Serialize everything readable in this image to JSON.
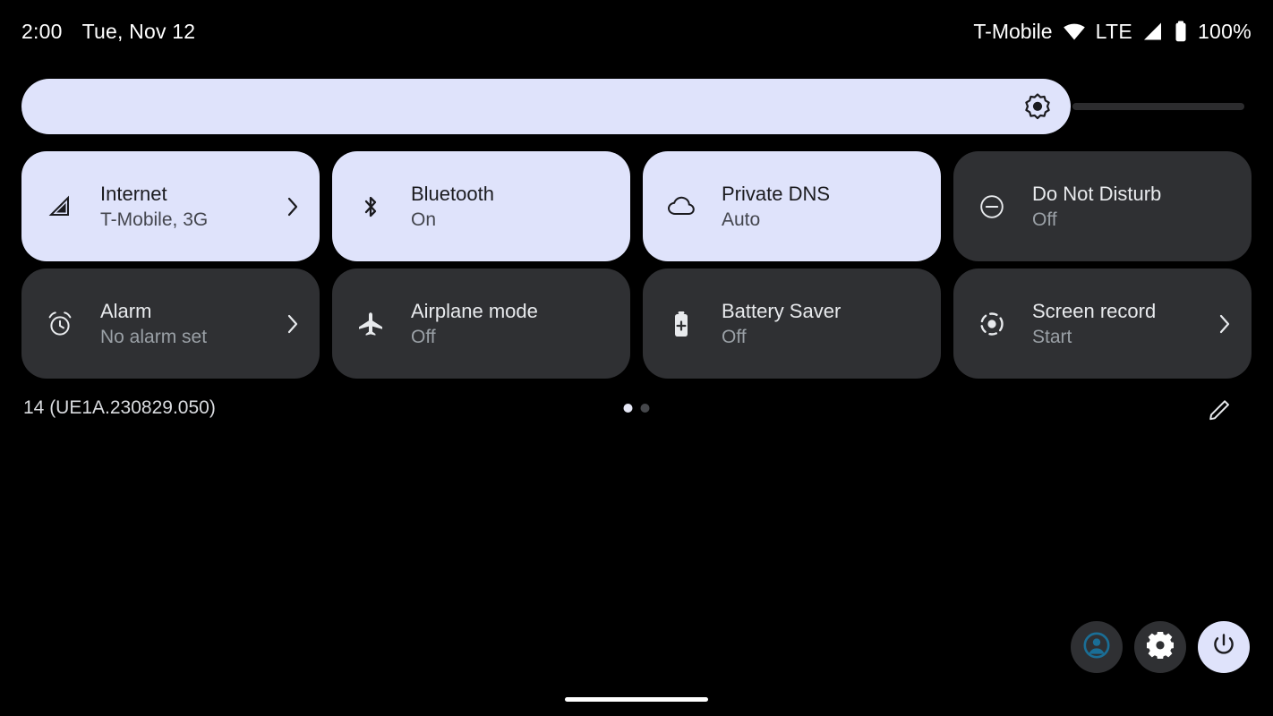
{
  "status_bar": {
    "clock": "2:00",
    "date": "Tue, Nov 12",
    "carrier": "T-Mobile",
    "network_type": "LTE",
    "battery_percent": "100%",
    "icons": [
      "wifi-icon",
      "signal-bars-icon",
      "battery-icon"
    ]
  },
  "brightness": {
    "name": "brightness-slider",
    "icon": "brightness-icon",
    "value_percent": 85
  },
  "tiles": [
    {
      "name": "internet",
      "title": "Internet",
      "subtitle": "T-Mobile, 3G",
      "state": "active",
      "icon": "signal-bars-icon",
      "chevron": true
    },
    {
      "name": "bluetooth",
      "title": "Bluetooth",
      "subtitle": "On",
      "state": "active",
      "icon": "bluetooth-icon",
      "chevron": false
    },
    {
      "name": "private-dns",
      "title": "Private DNS",
      "subtitle": "Auto",
      "state": "active",
      "icon": "cloud-icon",
      "chevron": false
    },
    {
      "name": "do-not-disturb",
      "title": "Do Not Disturb",
      "subtitle": "Off",
      "state": "inactive",
      "icon": "minus-circle-icon",
      "chevron": false
    },
    {
      "name": "alarm",
      "title": "Alarm",
      "subtitle": "No alarm set",
      "state": "inactive",
      "icon": "alarm-clock-icon",
      "chevron": true
    },
    {
      "name": "airplane-mode",
      "title": "Airplane mode",
      "subtitle": "Off",
      "state": "inactive",
      "icon": "airplane-icon",
      "chevron": false
    },
    {
      "name": "battery-saver",
      "title": "Battery Saver",
      "subtitle": "Off",
      "state": "inactive",
      "icon": "battery-plus-icon",
      "chevron": false
    },
    {
      "name": "screen-record",
      "title": "Screen record",
      "subtitle": "Start",
      "state": "inactive",
      "icon": "record-circle-icon",
      "chevron": true
    }
  ],
  "footer": {
    "build_label": "14 (UE1A.230829.050)",
    "page_dots": {
      "total": 2,
      "active_index": 0
    },
    "edit_icon": "pencil-icon"
  },
  "action_buttons": [
    {
      "name": "user-switcher-button",
      "icon": "account-circle-icon",
      "style": "dark"
    },
    {
      "name": "settings-button",
      "icon": "gear-icon",
      "style": "dark"
    },
    {
      "name": "power-button",
      "icon": "power-icon",
      "style": "light"
    }
  ],
  "colors": {
    "background": "#000000",
    "tile_active": "#dfe3fb",
    "tile_inactive": "#2f3033",
    "accent_text_on_active": "#1b1b1f",
    "avatar_accent": "#1a6e96"
  },
  "nav_bar": {
    "name": "gesture-home-bar"
  }
}
